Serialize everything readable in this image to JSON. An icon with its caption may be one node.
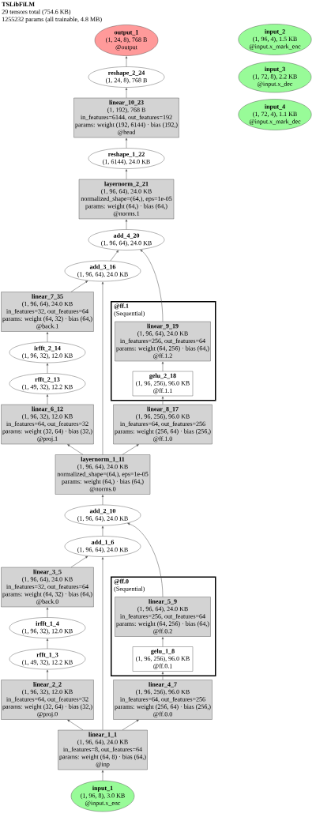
{
  "diagram": {
    "title": "TSLibFiLM",
    "nodes": [
      {
        "text": [
          "output_1",
          "(1, 24, 8), 768 B",
          "@output"
        ]
      },
      {
        "text": [
          "reshape_2_24",
          "(1, 24, 8), 768 B"
        ]
      },
      {
        "text": [
          "input_2",
          "(1, 96, 4), 1.5 KB",
          "@input.x_mark_enc"
        ]
      },
      {
        "text": [
          "input_3",
          "(1, 72, 8), 2.2 KB",
          "@input.x_dec"
        ]
      },
      {
        "text": [
          "input_4",
          "(1, 72, 4), 1.1 KB",
          "@input.x_mark_dec"
        ]
      },
      {
        "text": [
          "linear_10_23",
          "(1, 192), 768 B",
          "in_features=6144, out_features=192",
          "params: weight (192, 6144) · bias (192,)",
          "@head"
        ]
      },
      {
        "text": [
          "reshape_1_22",
          "(1, 6144), 24.0 KB"
        ]
      },
      {
        "text": [
          "layernorm_2_21",
          "(1, 96, 64), 24.0 KB",
          "normalized_shape=(64,), eps=1e-05",
          "params: weight (64,) · bias (64,)",
          "@norms.1"
        ]
      },
      {
        "text": [
          "add_4_20",
          "(1, 96, 64), 24.0 KB"
        ]
      },
      {
        "text": [
          "add_3_16",
          "(1, 96, 64), 24.0 KB"
        ]
      },
      {
        "text": [
          "linear_7_35",
          "(1, 96, 64), 24.0 KB",
          "in_features=32, out_features=64",
          "params: weight (64, 32) · bias (64,)",
          "@back.1"
        ]
      },
      {
        "text": [
          "@ff.1",
          "(Sequential)"
        ]
      },
      {
        "text": [
          "linear_9_19",
          "(1, 96, 64), 24.0 KB",
          "in_features=256, out_features=64",
          "params: weight (64, 256) · bias (64,)",
          "@ff.1.2"
        ],
        "in": 11
      },
      {
        "text": [
          "gelu_2_18",
          "(1, 96, 256), 96.0 KB",
          "@ff.1.1"
        ],
        "in": 11
      },
      {
        "text": [
          "irfft_2_14",
          "(1, 96, 32), 12.0 KB"
        ]
      },
      {
        "text": [
          "rfft_2_13",
          "(1, 49, 32), 12.2 KB"
        ]
      },
      {
        "text": [
          "linear_6_12",
          "(1, 96, 32), 12.0 KB",
          "in_features=64, out_features=32",
          "params: weight (32, 64) · bias (32,)",
          "@proj.1"
        ]
      },
      {
        "text": [
          "linear_8_17",
          "(1, 96, 256), 96.0 KB",
          "in_features=64, out_features=256",
          "params: weight (256, 64) · bias (256,)",
          "@ff.1.0"
        ]
      },
      {
        "text": [
          "layernorm_1_11",
          "(1, 96, 64), 24.0 KB",
          "normalized_shape=(64,), eps=1e-05",
          "params: weight (64,) · bias (64,)",
          "@norms.0"
        ]
      },
      {
        "text": [
          "add_2_10",
          "(1, 96, 64), 24.0 KB"
        ]
      },
      {
        "text": [
          "add_1_6",
          "(1, 96, 64), 24.0 KB"
        ]
      },
      {
        "text": [
          "linear_3_5",
          "(1, 96, 64), 24.0 KB",
          "in_features=32, out_features=64",
          "params: weight (64, 32) · bias (64,)",
          "@back.0"
        ]
      },
      {
        "text": [
          "@ff.0",
          "(Sequential)"
        ]
      },
      {
        "text": [
          "linear_5_9",
          "(1, 96, 64), 24.0 KB",
          "in_features=256, out_features=64",
          "params: weight (64, 256) · bias (64,)",
          "@ff.0.2"
        ],
        "in": 22
      },
      {
        "text": [
          "gelu_1_8",
          "(1, 96, 256), 96.0 KB",
          "@ff.0.1"
        ],
        "in": 22
      },
      {
        "text": [
          "irfft_1_4",
          "(1, 96, 32), 12.0 KB"
        ]
      },
      {
        "text": [
          "rfft_1_3",
          "(1, 49, 32), 12.2 KB"
        ]
      },
      {
        "text": [
          "linear_2_2",
          "(1, 96, 32), 12.0 KB",
          "in_features=64, out_features=32",
          "params: weight (32, 64) · bias (32,)",
          "@proj.0"
        ]
      },
      {
        "text": [
          "linear_4_7",
          "(1, 96, 256), 96.0 KB",
          "in_features=64, out_features=256",
          "params: weight (256, 64) · bias (256,)",
          "@ff.0.0"
        ]
      },
      {
        "text": [
          "linear_1_1",
          "(1, 96, 64), 24.0 KB",
          "in_features=8, out_features=64",
          "params: weight (64, 8) · bias (64,)",
          "@inp"
        ]
      },
      {
        "text": [
          "input_1",
          "(1, 96, 8), 3.0 KB",
          "@input.x_enc"
        ]
      }
    ],
    "edges": [
      {
        "from": 30,
        "to": 29,
        "arrow": "to"
      },
      {
        "from": 29,
        "to": 27,
        "arrow": "to"
      },
      {
        "from": 29,
        "to": 28,
        "arrow": "to"
      },
      {
        "from": 29,
        "to": 20,
        "arrow": "to"
      },
      {
        "from": 27,
        "to": 26,
        "arrow": "to"
      },
      {
        "from": 26,
        "to": 25,
        "arrow": "to"
      },
      {
        "from": 25,
        "to": 21,
        "arrow": "to"
      },
      {
        "from": 21,
        "to": 20,
        "arrow": "to"
      },
      {
        "from": 28,
        "to": 24,
        "arrow": "to"
      },
      {
        "from": 24,
        "to": 23,
        "arrow": "to"
      },
      {
        "from": 23,
        "to": 19,
        "arrow": "to"
      },
      {
        "from": 20,
        "to": 19,
        "arrow": "to"
      },
      {
        "from": 19,
        "to": 18,
        "arrow": "to"
      },
      {
        "from": 18,
        "to": 16,
        "arrow": "to"
      },
      {
        "from": 18,
        "to": 17,
        "arrow": "to"
      },
      {
        "from": 18,
        "to": 9,
        "arrow": "to"
      },
      {
        "from": 16,
        "to": 15,
        "arrow": "to"
      },
      {
        "from": 15,
        "to": 14,
        "arrow": "to"
      },
      {
        "from": 14,
        "to": 10,
        "arrow": "to"
      },
      {
        "from": 10,
        "to": 9,
        "arrow": "to"
      },
      {
        "from": 17,
        "to": 13,
        "arrow": "to"
      },
      {
        "from": 13,
        "to": 12,
        "arrow": "to"
      },
      {
        "from": 12,
        "to": 8,
        "arrow": "to"
      },
      {
        "from": 9,
        "to": 8,
        "arrow": "to"
      },
      {
        "from": 8,
        "to": 7,
        "arrow": "to"
      },
      {
        "from": 7,
        "to": 6,
        "arrow": "to"
      },
      {
        "from": 6,
        "to": 5,
        "arrow": "to"
      },
      {
        "from": 5,
        "to": 1,
        "arrow": "to"
      },
      {
        "from": 1,
        "to": 0,
        "arrow": "to"
      }
    ],
    "labels": [
      "29 tensors total (754.6 KB)",
      "1255232 params (all trainable, 4.8 MB)"
    ]
  }
}
